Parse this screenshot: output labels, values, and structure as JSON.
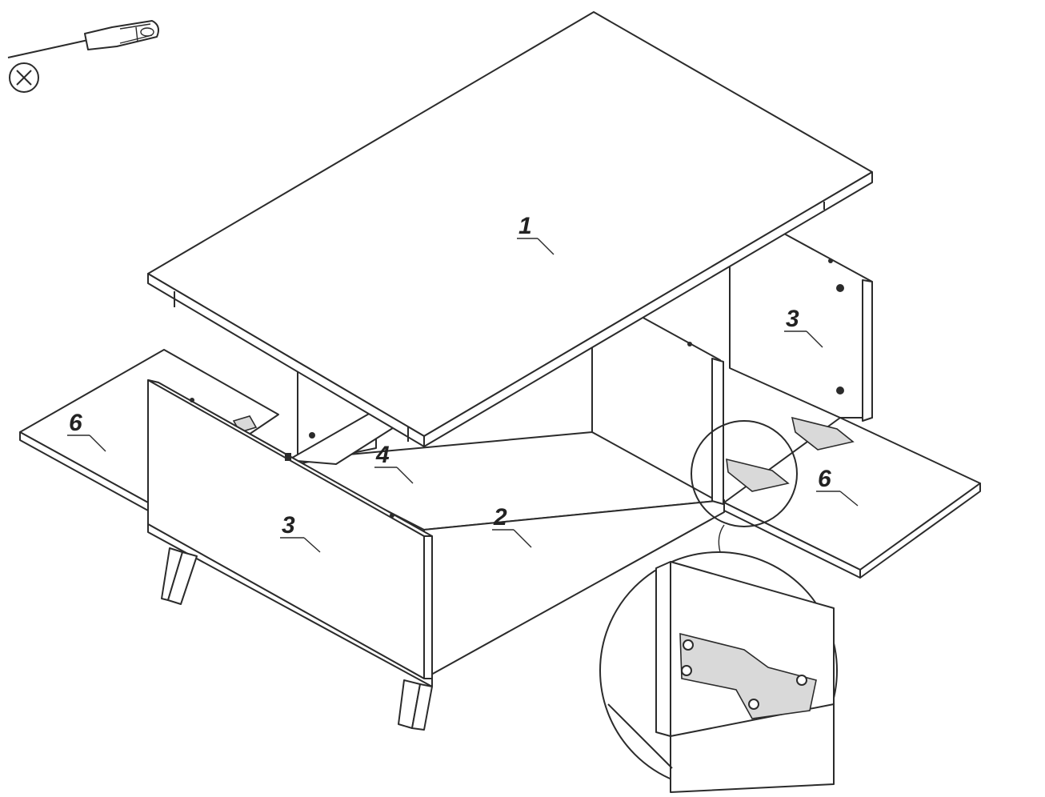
{
  "callouts": [
    {
      "id": "top-panel",
      "label": "1"
    },
    {
      "id": "bottom-panel",
      "label": "2"
    },
    {
      "id": "side-panel-left",
      "label": "3"
    },
    {
      "id": "side-panel-right",
      "label": "3"
    },
    {
      "id": "middle-divider",
      "label": "4"
    },
    {
      "id": "shelf-left",
      "label": "6"
    },
    {
      "id": "shelf-right",
      "label": "6"
    }
  ],
  "tool": {
    "name": "screwdriver-icon",
    "badge": "prohibited-icon"
  },
  "colors": {
    "line": "#2b2b2b",
    "hardware": "#d9d9d9",
    "background": "#ffffff"
  }
}
